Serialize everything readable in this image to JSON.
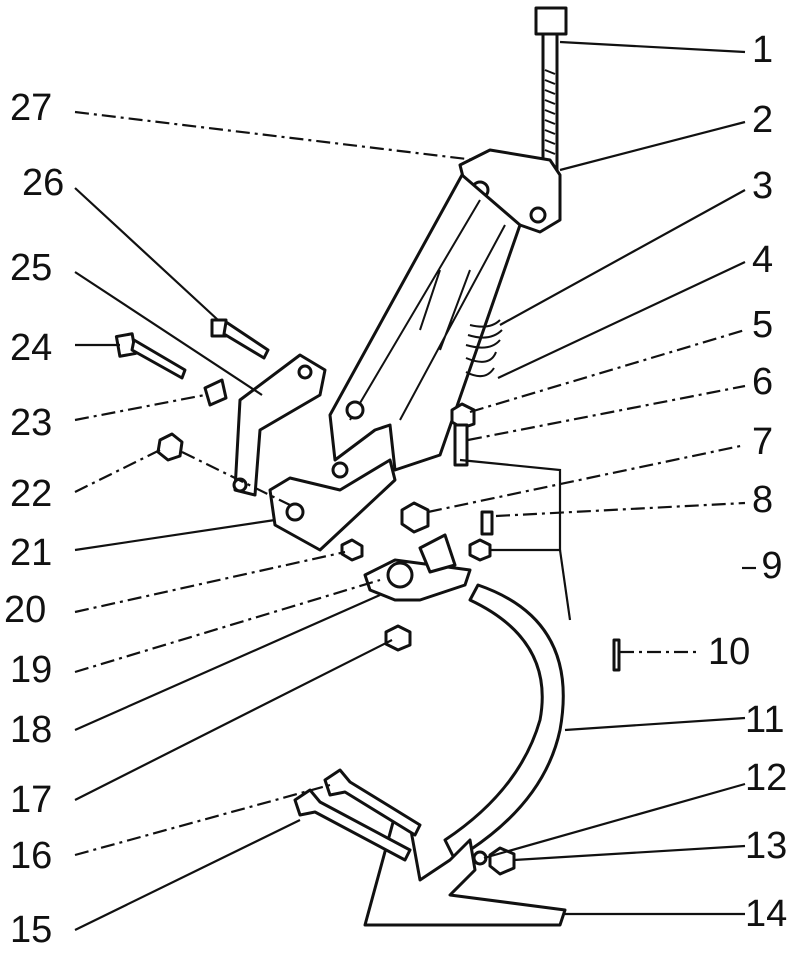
{
  "diagram": {
    "type": "exploded-parts-view",
    "callouts_right": [
      "1",
      "2",
      "3",
      "4",
      "5",
      "6",
      "7",
      "8",
      "9",
      "10",
      "11",
      "12",
      "13",
      "14"
    ],
    "callouts_left": [
      "27",
      "26",
      "25",
      "24",
      "23",
      "22",
      "21",
      "20",
      "19",
      "18",
      "17",
      "16",
      "15"
    ]
  }
}
